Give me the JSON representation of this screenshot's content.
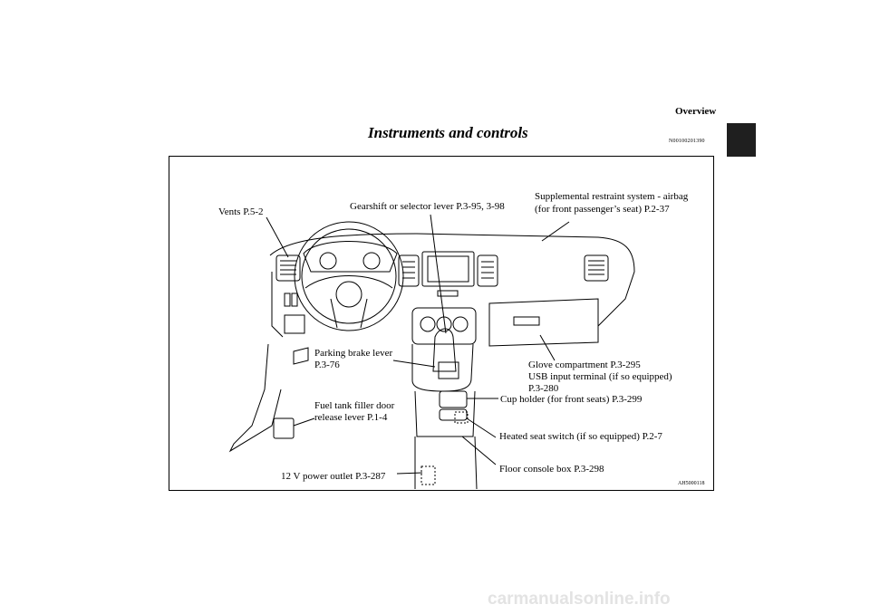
{
  "header": {
    "section": "Overview",
    "title": "Instruments and controls",
    "code": "N00100201390"
  },
  "figure": {
    "code": "AH5000118",
    "callouts": {
      "vents": "Vents P.5-2",
      "gearshift": "Gearshift or selector lever P.3-95, 3-98",
      "srs_line1": "Supplemental restraint system - airbag",
      "srs_line2": "(for front passenger’s seat) P.2-37",
      "parking_line1": "Parking brake lever",
      "parking_line2": "P.3-76",
      "glove_line1": "Glove compartment P.3-295",
      "glove_line2": "USB input terminal (if so equipped)",
      "glove_line3": "P.3-280",
      "cupholder": "Cup holder (for front seats) P.3-299",
      "fuel_line1": "Fuel tank filler door",
      "fuel_line2": "release lever P.1-4",
      "heated": "Heated seat switch (if so equipped) P.2-7",
      "console": "Floor console box P.3-298",
      "outlet": "12 V power outlet P.3-287"
    }
  },
  "footer": {
    "watermark": "carmanualsonline.info"
  }
}
